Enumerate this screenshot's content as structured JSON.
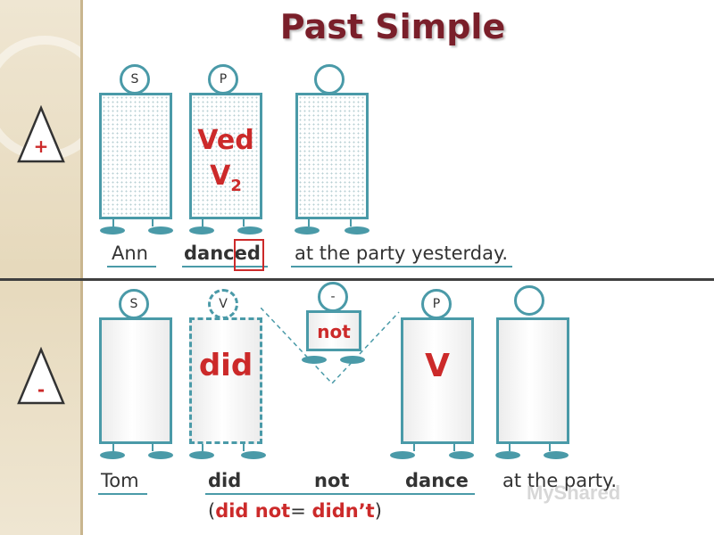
{
  "title": "Past Simple",
  "signs": {
    "plus": "+",
    "minus": "-"
  },
  "positive": {
    "subject_label": "S",
    "predicate_label": "P",
    "predicate_line1": "Ved",
    "predicate_line2_v": "V",
    "predicate_line2_sub": "2",
    "sentence_subject": "Ann",
    "sentence_verb_stem": "danc",
    "sentence_verb_ending": "ed",
    "sentence_rest": "at the party yesterday."
  },
  "negative": {
    "subject_label": "S",
    "aux_label": "V",
    "neg_label": "-",
    "predicate_label": "P",
    "aux_word": "did",
    "neg_word": "not",
    "verb_word": "V",
    "sentence_subject": "Tom",
    "sentence_did": "did",
    "sentence_not": "not",
    "sentence_verb": "dance",
    "sentence_rest": "at the  party.",
    "note_open": "(",
    "note_did_not": "did not",
    "note_equals": "= ",
    "note_didnt": "didn’t",
    "note_close": ")"
  },
  "watermark": "MyShared",
  "colors": {
    "accent": "#cc2a2a",
    "figure": "#4a9aa8",
    "title": "#7a1f2a"
  }
}
